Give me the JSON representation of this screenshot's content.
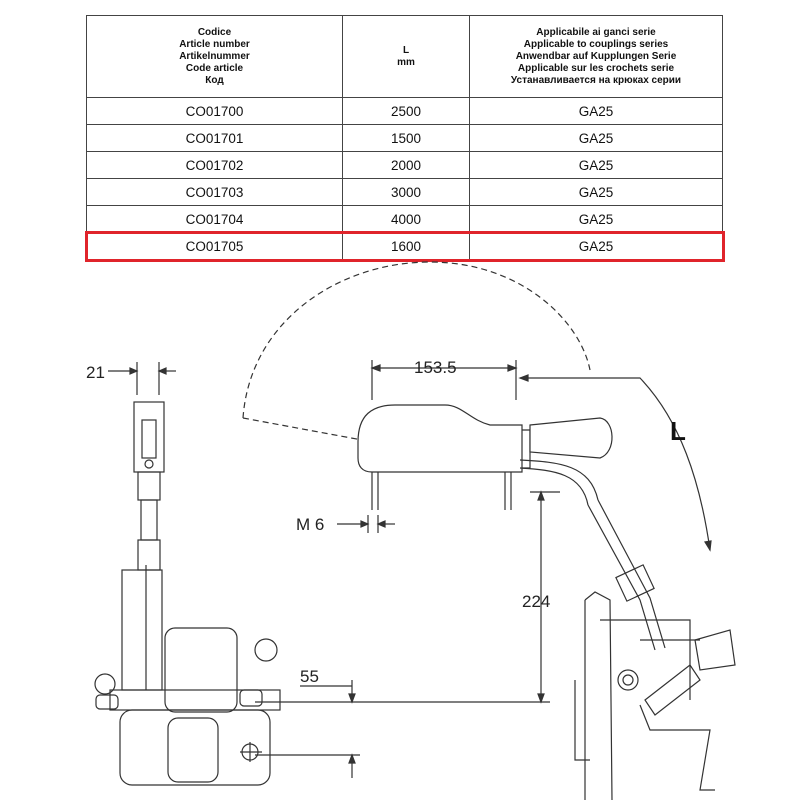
{
  "table": {
    "headers": {
      "code": [
        "Codice",
        "Article number",
        "Artikelnummer",
        "Code article",
        "Код"
      ],
      "length": [
        "L",
        "mm"
      ],
      "applicable": [
        "Applicabile ai ganci serie",
        "Applicable to couplings series",
        "Anwendbar auf Kupplungen Serie",
        "Applicable sur les crochets serie",
        "Устанавливается на крюках серии"
      ]
    },
    "rows": [
      {
        "code": "CO01700",
        "length": "2500",
        "series": "GA25"
      },
      {
        "code": "CO01701",
        "length": "1500",
        "series": "GA25"
      },
      {
        "code": "CO01702",
        "length": "2000",
        "series": "GA25"
      },
      {
        "code": "CO01703",
        "length": "3000",
        "series": "GA25"
      },
      {
        "code": "CO01704",
        "length": "4000",
        "series": "GA25"
      },
      {
        "code": "CO01705",
        "length": "1600",
        "series": "GA25"
      }
    ],
    "highlighted_row": "CO01705",
    "highlight_color": "#e0242b"
  },
  "drawing": {
    "dimensions": {
      "width_21": "21",
      "width_153": "153.5",
      "thread": "M 6",
      "length_L": "L",
      "height_224": "224",
      "height_55": "55"
    }
  }
}
